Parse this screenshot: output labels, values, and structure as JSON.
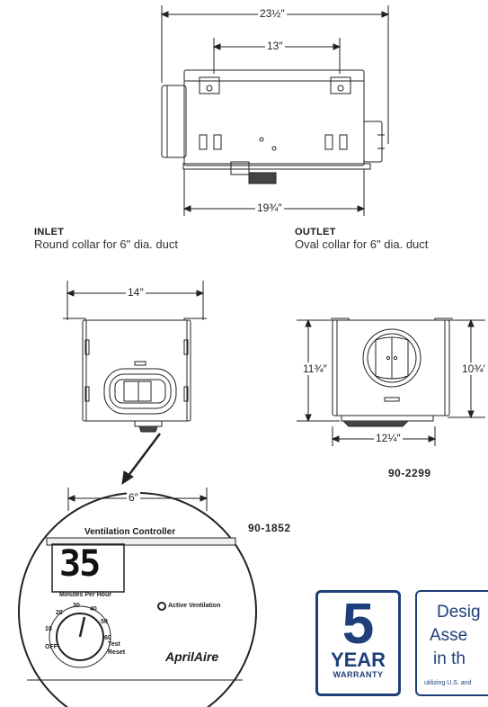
{
  "dimensions": {
    "top_width": "23½″",
    "top_inner": "13″",
    "top_base": "19¾″",
    "front_width": "14″",
    "side_height_left": "11¾″",
    "side_height_right": "10¾′",
    "side_base": "12¼″",
    "controller_width": "6″"
  },
  "inlet": {
    "title": "INLET",
    "text": "Round collar for 6\" dia. duct"
  },
  "outlet": {
    "title": "OUTLET",
    "text": "Oval collar for 6\" dia. duct"
  },
  "part_numbers": {
    "unit": "90-2299",
    "controller": "90-1852"
  },
  "controller": {
    "title": "Ventilation Controller",
    "display_value": "35",
    "display_caption": "Minutes Per Hour",
    "indicator_label": "Active Ventilation",
    "button_line1": "Test",
    "button_line2": "Reset",
    "brand": "AprilAire",
    "dial_ticks": [
      "10",
      "20",
      "30",
      "40",
      "50",
      "60",
      "OFF"
    ]
  },
  "warranty": {
    "number": "5",
    "year": "YEAR",
    "label": "WARRANTY"
  },
  "design_badge": {
    "line1": "Desig",
    "line2": "Asse",
    "line3": "in th",
    "small": "utilizing U.S. and"
  },
  "colors": {
    "badge_blue": "#1f3f7a",
    "line": "#222222"
  }
}
